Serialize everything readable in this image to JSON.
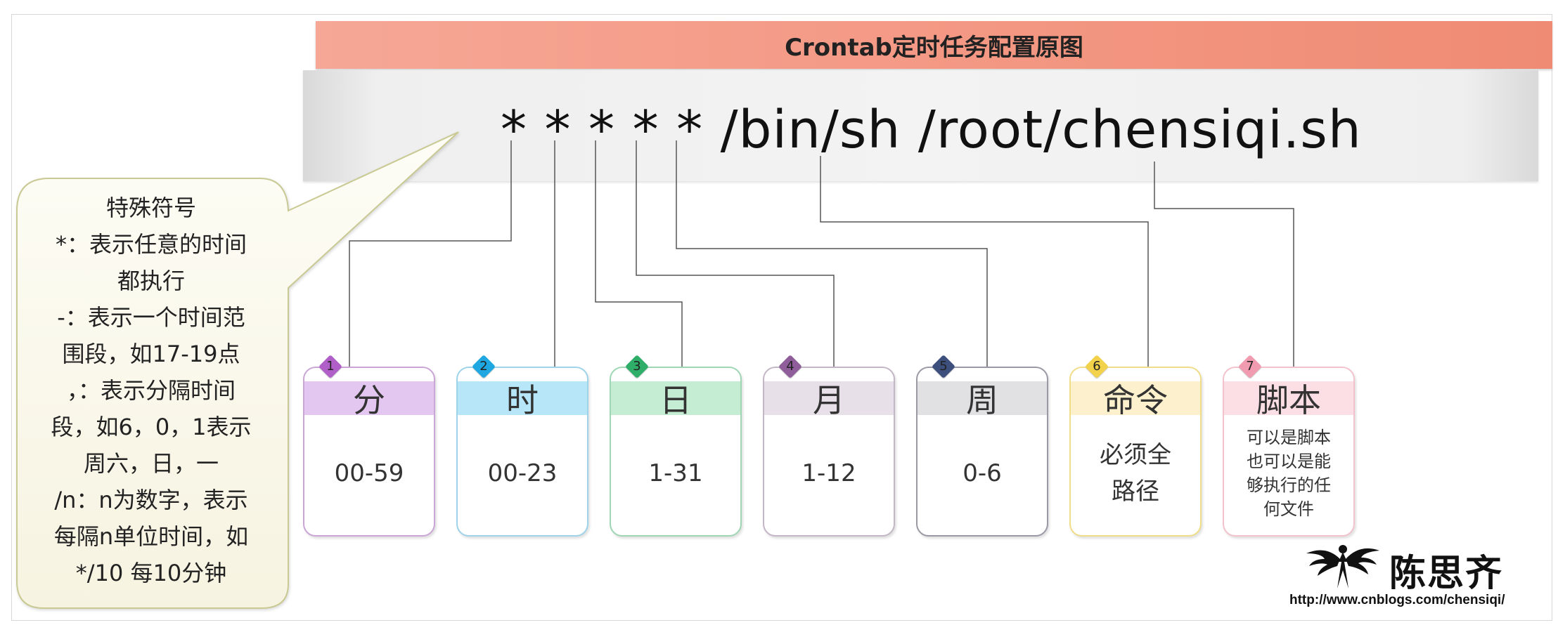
{
  "title": "Crontab定时任务配置原图",
  "command": "* * * * * /bin/sh /root/chensiqi.sh",
  "callout": {
    "lines": [
      "特殊符号",
      "*：表示任意的时间",
      "都执行",
      "-：表示一个时间范",
      "围段，如17-19点",
      "，：表示分隔时间",
      "段，如6，0，1表示",
      "周六，日，一",
      "/n：n为数字，表示",
      "每隔n单位时间，如",
      "*/10 每10分钟"
    ]
  },
  "fields": [
    {
      "number": "1",
      "label": "分",
      "range": "00-59",
      "accent": "#b05fc9",
      "header_color": "#e3c7f0",
      "border_color": "#c9a6d6"
    },
    {
      "number": "2",
      "label": "时",
      "range": "00-23",
      "accent": "#1ea7e0",
      "header_color": "#b6e6f8",
      "border_color": "#9fd3ea"
    },
    {
      "number": "3",
      "label": "日",
      "range": "1-31",
      "accent": "#2fae6a",
      "header_color": "#c4edd4",
      "border_color": "#9fd6b4"
    },
    {
      "number": "4",
      "label": "月",
      "range": "1-12",
      "accent": "#8e5d9a",
      "header_color": "#e7e0e8",
      "border_color": "#c3b6c6"
    },
    {
      "number": "5",
      "label": "周",
      "range": "0-6",
      "accent": "#3d4f7c",
      "header_color": "#e1e1e4",
      "border_color": "#9a9aa6"
    },
    {
      "number": "6",
      "label": "命令",
      "range_lines": [
        "必须全",
        "路径"
      ],
      "accent": "#f1d24a",
      "header_color": "#fdf0cd",
      "border_color": "#f0dd8a"
    },
    {
      "number": "7",
      "label": "脚本",
      "range_lines": [
        "可以是脚本",
        "也可以是能",
        "够执行的任",
        "何文件"
      ],
      "accent": "#f19bb0",
      "header_color": "#fcdfe5",
      "border_color": "#f2c3cd"
    }
  ],
  "logo": {
    "icon": "winged-figure-icon",
    "name": "陈思齐",
    "url": "http://www.cnblogs.com/chensiqi/"
  }
}
